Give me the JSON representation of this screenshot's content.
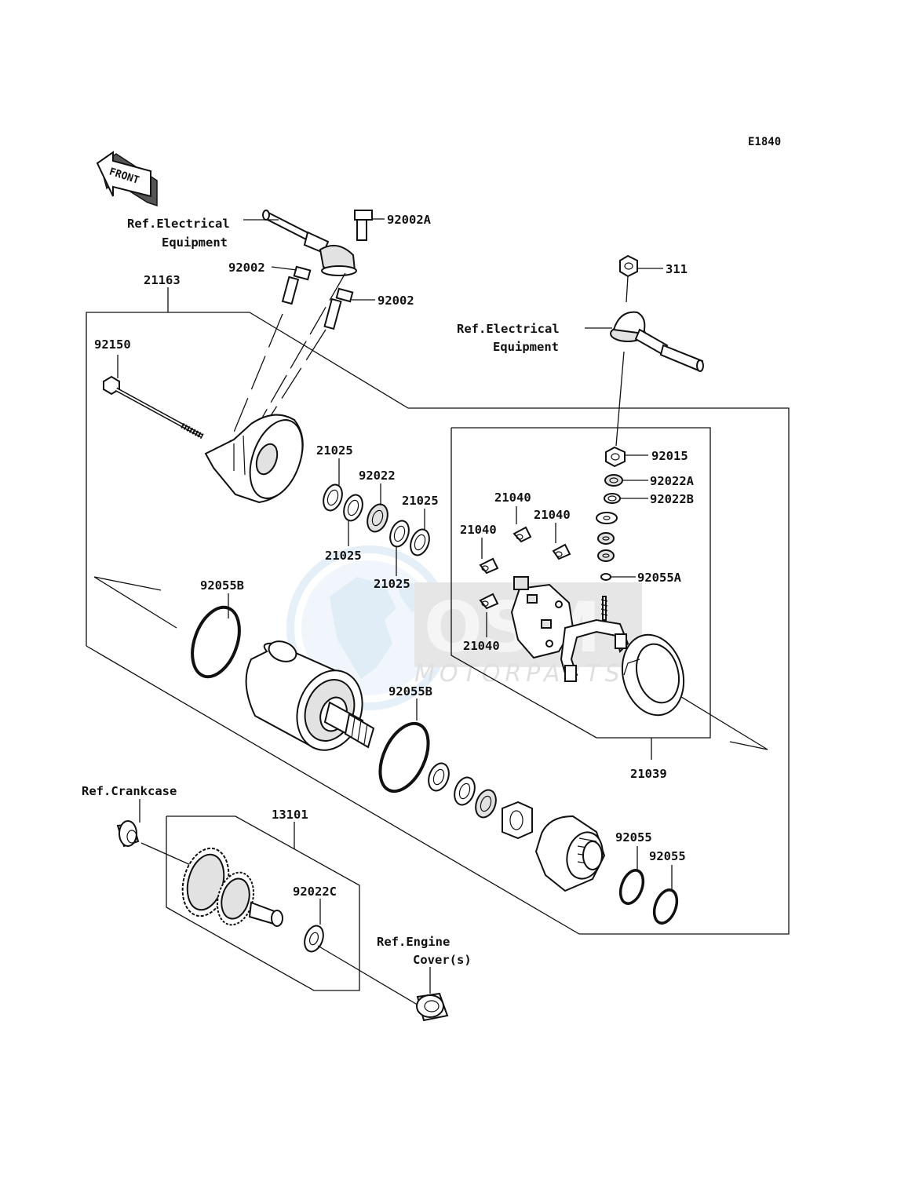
{
  "diagram": {
    "code": "E1840",
    "front_label": "FRONT",
    "watermark": {
      "logo_text": "OSM",
      "sub_text": "MOTORPARTS"
    },
    "refs": {
      "electrical_top_line1": "Ref.Electrical",
      "electrical_top_line2": "Equipment",
      "electrical_right_line1": "Ref.Electrical",
      "electrical_right_line2": "Equipment",
      "crankcase": "Ref.Crankcase",
      "engine_cover_line1": "Ref.Engine",
      "engine_cover_line2": "Cover(s)"
    },
    "parts": {
      "p92002A": "92002A",
      "p92002_a": "92002",
      "p92002_b": "92002",
      "p21163": "21163",
      "p92150": "92150",
      "p311": "311",
      "p21025_a": "21025",
      "p92022": "92022",
      "p21025_b": "21025",
      "p21025_c": "21025",
      "p21025_d": "21025",
      "p21040_a": "21040",
      "p21040_b": "21040",
      "p21040_c": "21040",
      "p21040_d": "21040",
      "p92015": "92015",
      "p92022A": "92022A",
      "p92022B": "92022B",
      "p92055A": "92055A",
      "p92055B_a": "92055B",
      "p92055B_b": "92055B",
      "p21039": "21039",
      "p13101": "13101",
      "p92022C": "92022C",
      "p92055_a": "92055",
      "p92055_b": "92055"
    }
  }
}
